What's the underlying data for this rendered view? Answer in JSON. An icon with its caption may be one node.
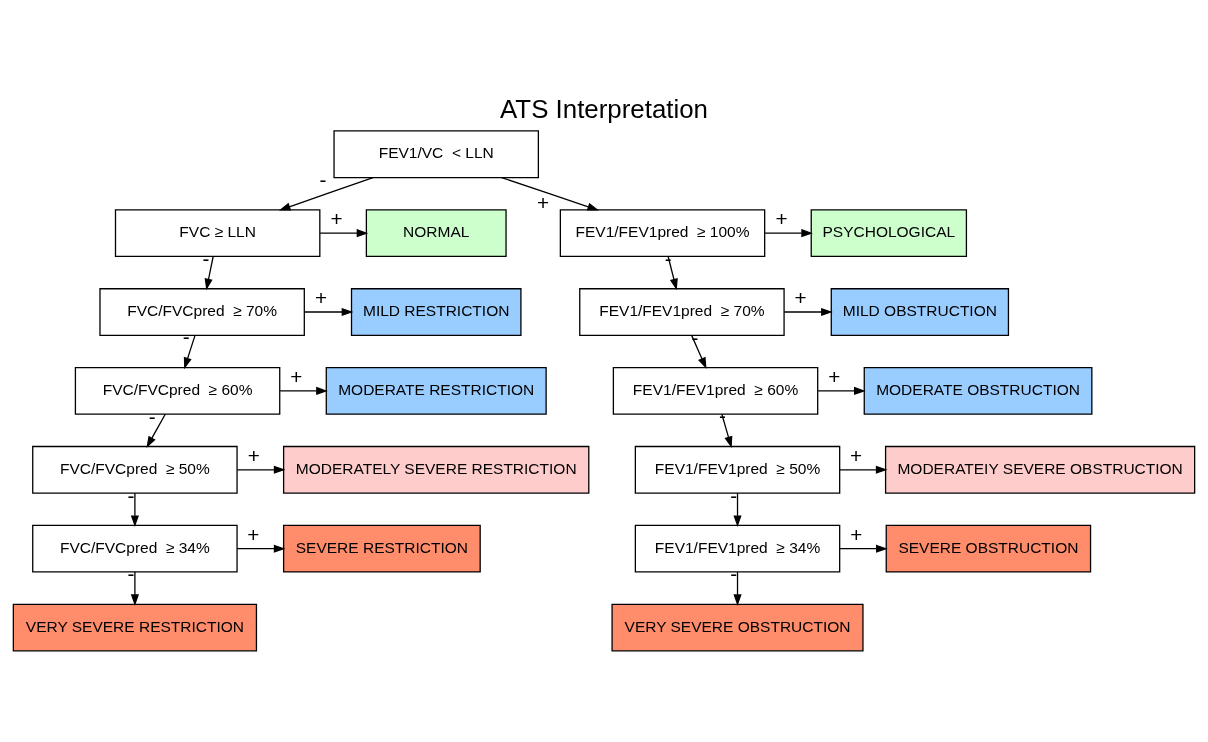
{
  "diagram": {
    "title": "ATS Interpretation",
    "nodes": [
      {
        "text": [
          "FEV1/VC  < LLN"
        ]
      },
      {
        "text": [
          "FVC ≥ LLN"
        ]
      },
      {
        "text": [
          "NORMAL"
        ]
      },
      {
        "text": [
          "FVC/FVCpred  ≥ 70%"
        ]
      },
      {
        "text": [
          "MILD RESTRICTION"
        ]
      },
      {
        "text": [
          "FVC/FVCpred  ≥ 60%"
        ]
      },
      {
        "text": [
          "MODERATE RESTRICTION"
        ]
      },
      {
        "text": [
          "FVC/FVCpred  ≥ 50%"
        ]
      },
      {
        "text": [
          "MODERATELY SEVERE RESTRICTION"
        ]
      },
      {
        "text": [
          "FVC/FVCpred  ≥ 34%"
        ]
      },
      {
        "text": [
          "SEVERE RESTRICTION"
        ]
      },
      {
        "text": [
          "VERY SEVERE RESTRICTION"
        ]
      },
      {
        "text": [
          "FEV1/FEV1pred  ≥ 100%"
        ]
      },
      {
        "text": [
          "PSYCHOLOGICAL"
        ]
      },
      {
        "text": [
          "FEV1/FEV1pred  ≥ 70%"
        ]
      },
      {
        "text": [
          "MILD OBSTRUCTION"
        ]
      },
      {
        "text": [
          "FEV1/FEV1pred  ≥ 60%"
        ]
      },
      {
        "text": [
          "MODERATE OBSTRUCTION"
        ]
      },
      {
        "text": [
          "FEV1/FEV1pred  ≥ 50%"
        ]
      },
      {
        "text": [
          "MODERATEIY SEVERE OBSTRUCTION"
        ]
      },
      {
        "text": [
          "FEV1/FEV1pred  ≥ 34%"
        ]
      },
      {
        "text": [
          "SEVERE OBSTRUCTION"
        ]
      },
      {
        "text": [
          "VERY SEVERE OBSTRUCTION"
        ]
      }
    ],
    "edges": [
      {
        "from": 0,
        "to": 1,
        "label": "-",
        "arrow": "to"
      },
      {
        "from": 0,
        "to": 12,
        "label": "+",
        "arrow": "to"
      },
      {
        "from": 1,
        "to": 2,
        "label": "+",
        "arrow": "to"
      },
      {
        "from": 1,
        "to": 3,
        "label": "-",
        "arrow": "to"
      },
      {
        "from": 3,
        "to": 4,
        "label": "+",
        "arrow": "to"
      },
      {
        "from": 3,
        "to": 5,
        "label": "-",
        "arrow": "to"
      },
      {
        "from": 5,
        "to": 6,
        "label": "+",
        "arrow": "to"
      },
      {
        "from": 5,
        "to": 7,
        "label": "-",
        "arrow": "to"
      },
      {
        "from": 7,
        "to": 8,
        "label": "+",
        "arrow": "to"
      },
      {
        "from": 7,
        "to": 9,
        "label": "-",
        "arrow": "to"
      },
      {
        "from": 9,
        "to": 10,
        "label": "+",
        "arrow": "to"
      },
      {
        "from": 9,
        "to": 11,
        "label": "-",
        "arrow": "to"
      },
      {
        "from": 12,
        "to": 13,
        "label": "+",
        "arrow": "to"
      },
      {
        "from": 12,
        "to": 14,
        "label": "-",
        "arrow": "to"
      },
      {
        "from": 14,
        "to": 15,
        "label": "+",
        "arrow": "to"
      },
      {
        "from": 14,
        "to": 16,
        "label": "-",
        "arrow": "to"
      },
      {
        "from": 16,
        "to": 17,
        "label": "+",
        "arrow": "to"
      },
      {
        "from": 16,
        "to": 18,
        "label": "-",
        "arrow": "to"
      },
      {
        "from": 18,
        "to": 19,
        "label": "+",
        "arrow": "to"
      },
      {
        "from": 18,
        "to": 20,
        "label": "-",
        "arrow": "to"
      },
      {
        "from": 20,
        "to": 21,
        "label": "+",
        "arrow": "to"
      },
      {
        "from": 20,
        "to": 22,
        "label": "-",
        "arrow": "to"
      }
    ]
  }
}
